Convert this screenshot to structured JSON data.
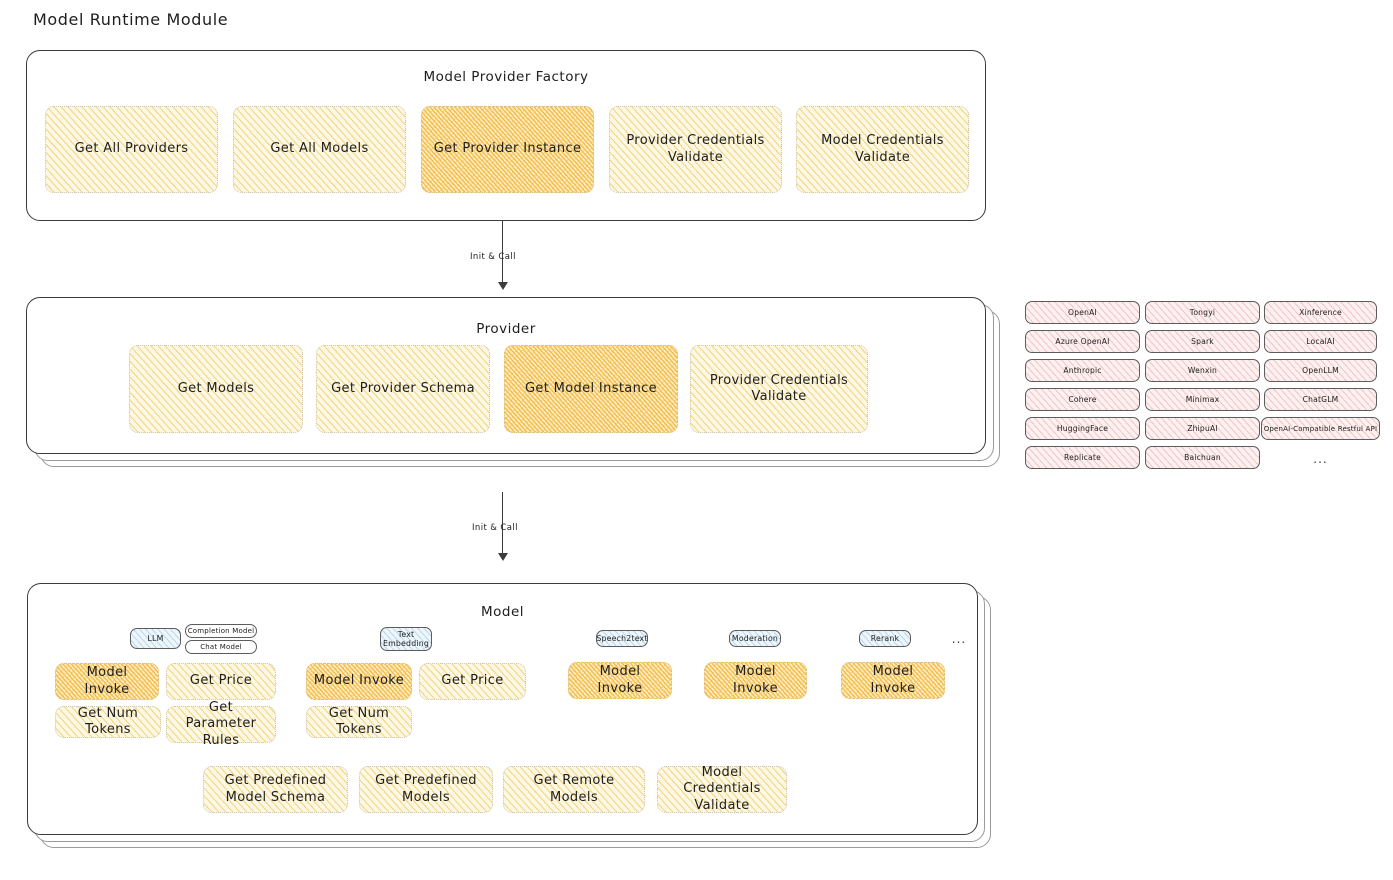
{
  "title": "Model Runtime Module",
  "sections": {
    "factory": {
      "title": "Model Provider Factory",
      "items": [
        {
          "label": "Get All Providers",
          "highlight": false
        },
        {
          "label": "Get All Models",
          "highlight": false
        },
        {
          "label": "Get Provider Instance",
          "highlight": true
        },
        {
          "label": "Provider Credentials Validate",
          "highlight": false
        },
        {
          "label": "Model Credentials Validate",
          "highlight": false
        }
      ]
    },
    "provider": {
      "title": "Provider",
      "items": [
        {
          "label": "Get Models",
          "highlight": false
        },
        {
          "label": "Get Provider Schema",
          "highlight": false
        },
        {
          "label": "Get Model Instance",
          "highlight": true
        },
        {
          "label": "Provider Credentials Validate",
          "highlight": false
        }
      ]
    },
    "model": {
      "title": "Model",
      "groups": [
        {
          "tags": [
            {
              "label": "LLM",
              "style": "blue"
            },
            {
              "label": "Completion Model",
              "style": "none"
            },
            {
              "label": "Chat Model",
              "style": "none"
            }
          ],
          "items": [
            {
              "label": "Model Invoke",
              "highlight": true
            },
            {
              "label": "Get Price",
              "highlight": false
            },
            {
              "label": "Get Num Tokens",
              "highlight": false
            },
            {
              "label": "Get Parameter Rules",
              "highlight": false
            }
          ]
        },
        {
          "tags": [
            {
              "label": "Text Embedding",
              "style": "blue"
            }
          ],
          "items": [
            {
              "label": "Model Invoke",
              "highlight": true
            },
            {
              "label": "Get Price",
              "highlight": false
            },
            {
              "label": "Get Num Tokens",
              "highlight": false
            }
          ]
        },
        {
          "tags": [
            {
              "label": "Speech2text",
              "style": "blue"
            }
          ],
          "items": [
            {
              "label": "Model Invoke",
              "highlight": true
            }
          ]
        },
        {
          "tags": [
            {
              "label": "Moderation",
              "style": "blue"
            }
          ],
          "items": [
            {
              "label": "Model Invoke",
              "highlight": true
            }
          ]
        },
        {
          "tags": [
            {
              "label": "Rerank",
              "style": "blue"
            }
          ],
          "items": [
            {
              "label": "Model Invoke",
              "highlight": true
            }
          ]
        }
      ],
      "more_indicator": "...",
      "shared_items": [
        {
          "label": "Get Predefined Model Schema"
        },
        {
          "label": "Get Predefined Models"
        },
        {
          "label": "Get Remote Models"
        },
        {
          "label": "Model Credentials Validate"
        }
      ]
    }
  },
  "arrows": [
    {
      "label": "Init & Call"
    },
    {
      "label": "Init & Call"
    }
  ],
  "provider_list": {
    "columns": [
      {
        "items": [
          "OpenAI",
          "Azure OpenAI",
          "Anthropic",
          "Cohere",
          "HuggingFace",
          "Replicate"
        ]
      },
      {
        "items": [
          "Tongyi",
          "Spark",
          "Wenxin",
          "Minimax",
          "ZhipuAI",
          "Baichuan"
        ]
      },
      {
        "items": [
          "Xinference",
          "LocalAI",
          "OpenLLM",
          "ChatGLM",
          "OpenAI-Compatible Restful API"
        ]
      }
    ],
    "more_indicator": "..."
  },
  "colors": {
    "highlight_fill": "#f3bc49",
    "normal_fill": "#f3d47a",
    "provider_chip": "#e8a0a0",
    "model_tag": "#96c5e3",
    "stroke": "#1e1e1e"
  }
}
